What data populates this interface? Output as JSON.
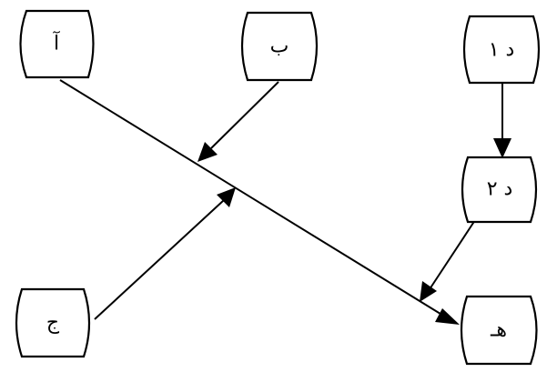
{
  "nodes": {
    "a": {
      "label": "آ"
    },
    "b": {
      "label": "ب"
    },
    "d1": {
      "label": "د ۱"
    },
    "d2": {
      "label": "د ۲"
    },
    "j": {
      "label": "ج"
    },
    "h": {
      "label": "هـ"
    }
  }
}
